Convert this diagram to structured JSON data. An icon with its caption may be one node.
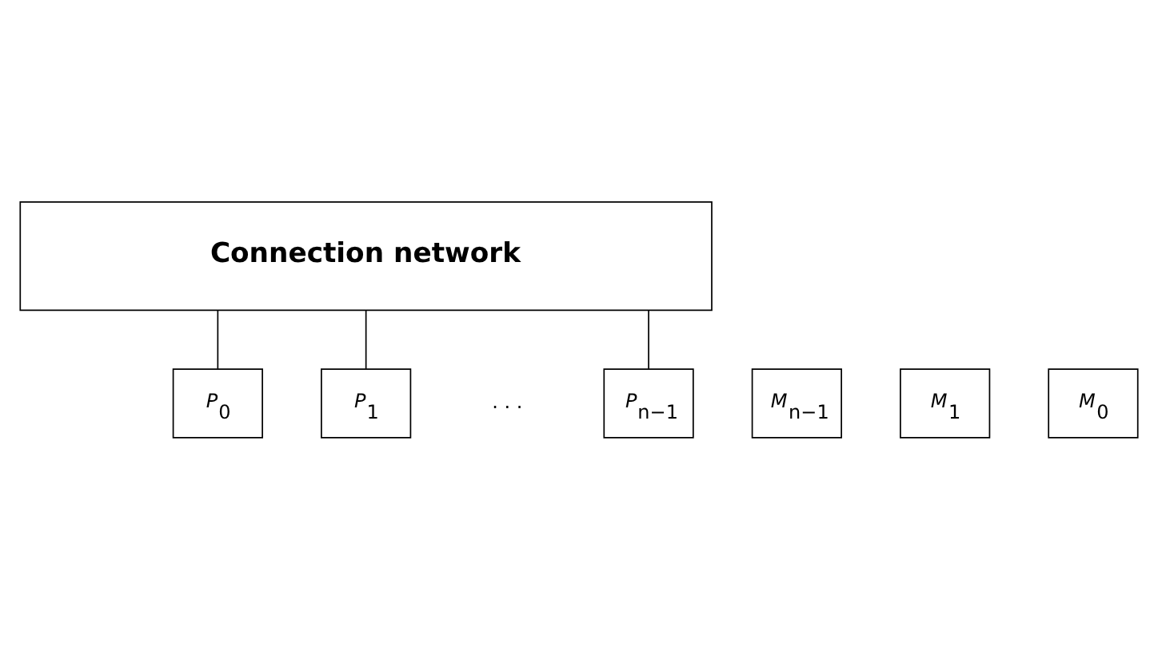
{
  "diagram": {
    "nodes": [
      {
        "text": [
          "**Connection network**"
        ]
      },
      {
        "text": [
          "*P*$_{0}$"
        ]
      },
      {
        "text": [
          "*M*$_{0}$"
        ]
      },
      {
        "text": [
          "*P*$_{1}$"
        ]
      },
      {
        "text": [
          "*M*$_{1}$"
        ]
      },
      {
        "text": [
          "*P*$_{n−1}$"
        ]
      },
      {
        "text": [
          "*M*$_{n−1}$"
        ]
      }
    ],
    "edges": [
      {
        "from": 0,
        "to": 1,
        "arrow": "none"
      },
      {
        "from": 0,
        "to": 3,
        "arrow": "none"
      },
      {
        "from": 0,
        "to": 5,
        "arrow": "none"
      }
    ],
    "labels": [
      ". . ."
    ]
  }
}
